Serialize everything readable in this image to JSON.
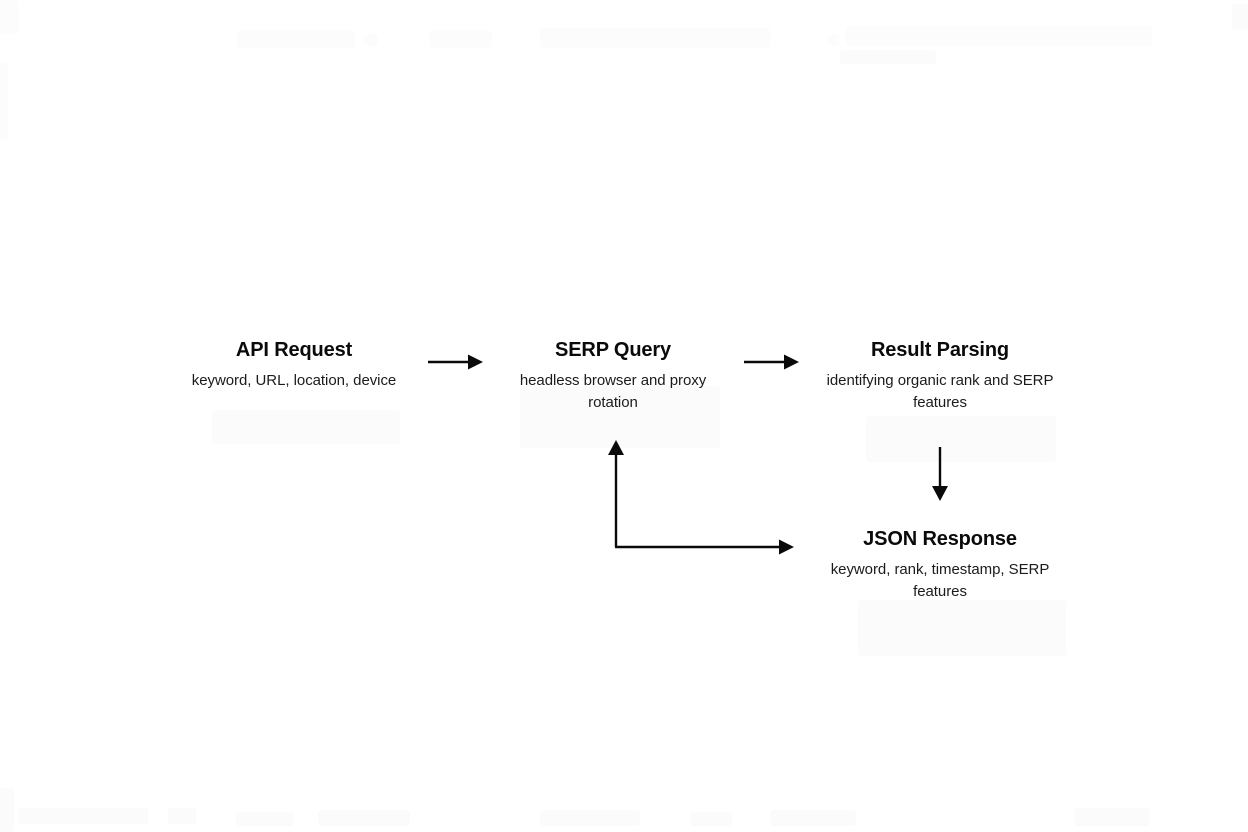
{
  "diagram": {
    "type": "flowchart",
    "orientation": "left-to-right-with-feedback-loop",
    "background_color": "#ffffff",
    "line_color": "#0a0a0a",
    "title_color": "#0a0a0a",
    "subtitle_color": "#1b1b1b",
    "nodes": [
      {
        "id": "api-request",
        "title": "API Request",
        "subtitle": "keyword, URL, location, device"
      },
      {
        "id": "serp-query",
        "title": "SERP Query",
        "subtitle": "headless browser and proxy rotation"
      },
      {
        "id": "result-parsing",
        "title": "Result Parsing",
        "subtitle": "identifying organic rank and SERP features"
      },
      {
        "id": "json-response",
        "title": "JSON Response",
        "subtitle": "keyword, rank, timestamp, SERP features"
      }
    ],
    "edges": [
      {
        "id": "edge-api-to-serp",
        "from": "api-request",
        "to": "serp-query",
        "direction": "right"
      },
      {
        "id": "edge-serp-to-parsing",
        "from": "serp-query",
        "to": "result-parsing",
        "direction": "right"
      },
      {
        "id": "edge-parsing-to-json",
        "from": "result-parsing",
        "to": "json-response",
        "direction": "down"
      },
      {
        "id": "edge-feedback-up",
        "from": "loop-corner",
        "to": "serp-query",
        "direction": "up"
      },
      {
        "id": "edge-feedback-right",
        "from": "loop-corner",
        "to": "json-response",
        "direction": "right"
      }
    ]
  }
}
